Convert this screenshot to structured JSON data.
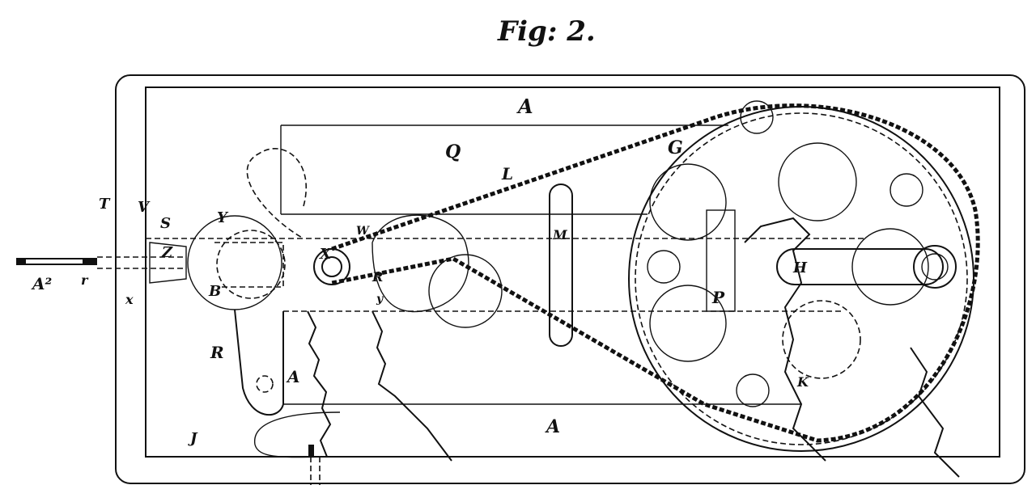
{
  "figure": {
    "title": "Fig: 2.",
    "labels": {
      "frame_top": "A",
      "q": "Q",
      "l": "L",
      "g": "G",
      "y_upper": "Y",
      "t": "T",
      "v": "V",
      "s": "S",
      "z": "Z",
      "x_upper": "X",
      "w": "W",
      "a2": "A²",
      "r_small": "r",
      "x_small": "x",
      "b": "B",
      "k_mid": "R",
      "y_small": "y",
      "m": "M",
      "p": "P",
      "h": "H",
      "r_lower": "R",
      "a_mid": "A",
      "k_right": "K",
      "j": "J",
      "frame_bottom": "A"
    }
  }
}
